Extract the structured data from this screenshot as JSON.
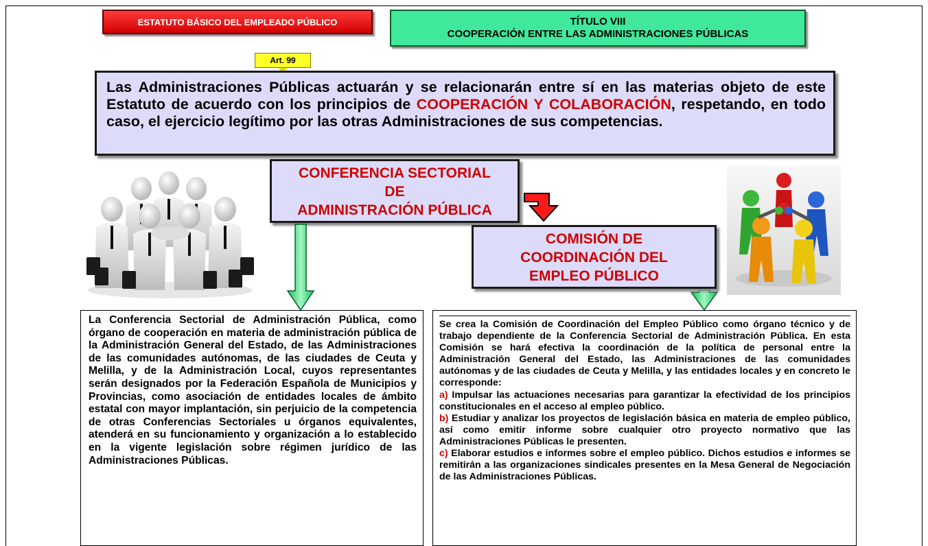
{
  "header": {
    "estatuto": "ESTATUTO BÁSICO DEL EMPLEADO PÚBLICO",
    "titulo_line1": "TÍTULO VIII",
    "titulo_line2": "COOPERACIÓN ENTRE LAS ADMINISTRACIONES PÚBLICAS",
    "article": "Art. 99"
  },
  "main_statement": {
    "part1": "Las Administraciones Públicas actuarán y se relacionarán entre sí en las materias objeto de este Estatuto de acuerdo con los principios de ",
    "highlight": "COOPERACIÓN Y COLABORACIÓN",
    "part2": ", respetando, en todo caso, el ejercicio legítimo por las otras Administraciones de sus competencias."
  },
  "conferencia": {
    "line1": "CONFERENCIA SECTORIAL",
    "line2": "DE",
    "line3": "ADMINISTRACIÓN PÚBLICA"
  },
  "comision": {
    "line1": "COMISIÓN DE",
    "line2": "COORDINACIÓN DEL",
    "line3": "EMPLEO PÚBLICO"
  },
  "left_text": "La Conferencia Sectorial de Administración Pública, como órgano de cooperación en materia de administración pública de la Administración General del Estado, de las Administraciones de las comunidades autónomas, de las ciudades de Ceuta y Melilla, y de la Administración Local, cuyos representantes serán designados por la Federación Española de Municipios y Provincias, como asociación de entidades locales de ámbito estatal con mayor implantación, sin perjuicio de la competencia de otras Conferencias Sectoriales u órganos equivalentes, atenderá en su funcionamiento y organización a lo establecido en la vigente legislación sobre régimen jurídico de las Administraciones Públicas.",
  "right_text": {
    "intro": "Se crea la Comisión de Coordinación del Empleo Público como órgano técnico y de trabajo dependiente de la Conferencia Sectorial de Administración Pública. En esta Comisión se hará efectiva la coordinación de la política de personal entre la Administración General del Estado, las Administraciones de las comunidades autónomas y de las ciudades de Ceuta y Melilla, y las entidades locales y en concreto le corresponde:",
    "items": [
      {
        "letter": "a)",
        "text": " Impulsar las actuaciones necesarias para garantizar la efectividad de los principios constitucionales en el acceso al empleo público."
      },
      {
        "letter": "b)",
        "text": " Estudiar y analizar los proyectos de legislación básica en materia de empleo público, así como emitir informe sobre cualquier otro proyecto normativo que las Administraciones Públicas le presenten."
      },
      {
        "letter": "c)",
        "text": " Elaborar estudios e informes sobre el empleo público. Dichos estudios e informes se remitirán a las organizaciones sindicales presentes en la Mesa General de Negociación de las Administraciones Públicas."
      }
    ]
  },
  "colors": {
    "red_accent": "#d00000",
    "box_fill": "#dcdcfa",
    "green_header": "#3fe89a",
    "art_yellow": "#ffff2a"
  }
}
